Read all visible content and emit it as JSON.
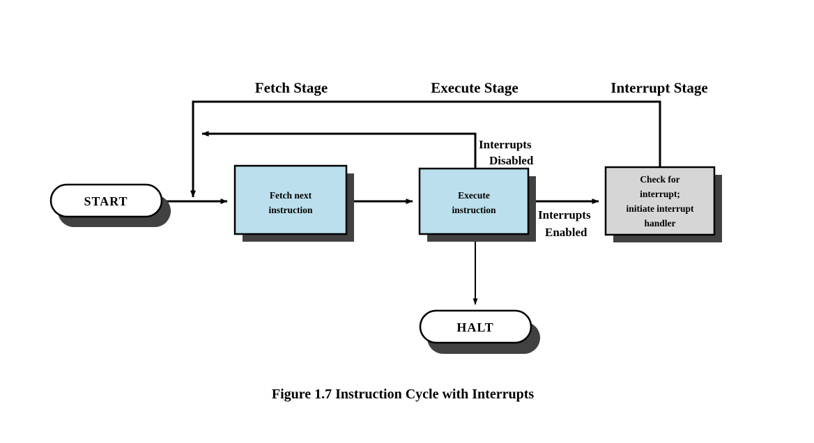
{
  "figure": {
    "caption": "Figure 1.7  Instruction Cycle with Interrupts",
    "background_color": "#ffffff"
  },
  "colors": {
    "process_fill": "#bbdfec",
    "interrupt_fill": "#d6d6d6",
    "terminal_fill": "#ffffff",
    "shadow": "#414141",
    "outline": "#000000",
    "text": "#000000"
  },
  "stages": [
    {
      "id": "fetch-stage",
      "label": "Fetch Stage"
    },
    {
      "id": "execute-stage",
      "label": "Execute Stage"
    },
    {
      "id": "interrupt-stage",
      "label": "Interrupt Stage"
    }
  ],
  "nodes": {
    "start": {
      "label": "START",
      "shape": "terminal"
    },
    "fetch": {
      "line1": "Fetch next",
      "line2": "instruction",
      "shape": "process",
      "fill": "#bbdfec"
    },
    "execute": {
      "line1": "Execute",
      "line2": "instruction",
      "shape": "process",
      "fill": "#bbdfec"
    },
    "interrupt": {
      "line1": "Check for",
      "line2": "interrupt;",
      "line3": "initiate interrupt",
      "line4": "handler",
      "shape": "process",
      "fill": "#d6d6d6"
    },
    "halt": {
      "label": "HALT",
      "shape": "terminal"
    }
  },
  "edge_labels": {
    "interrupts_disabled": {
      "line1": "Interrupts",
      "line2": "Disabled"
    },
    "interrupts_enabled": {
      "line1": "Interrupts",
      "line2": "Enabled"
    }
  }
}
